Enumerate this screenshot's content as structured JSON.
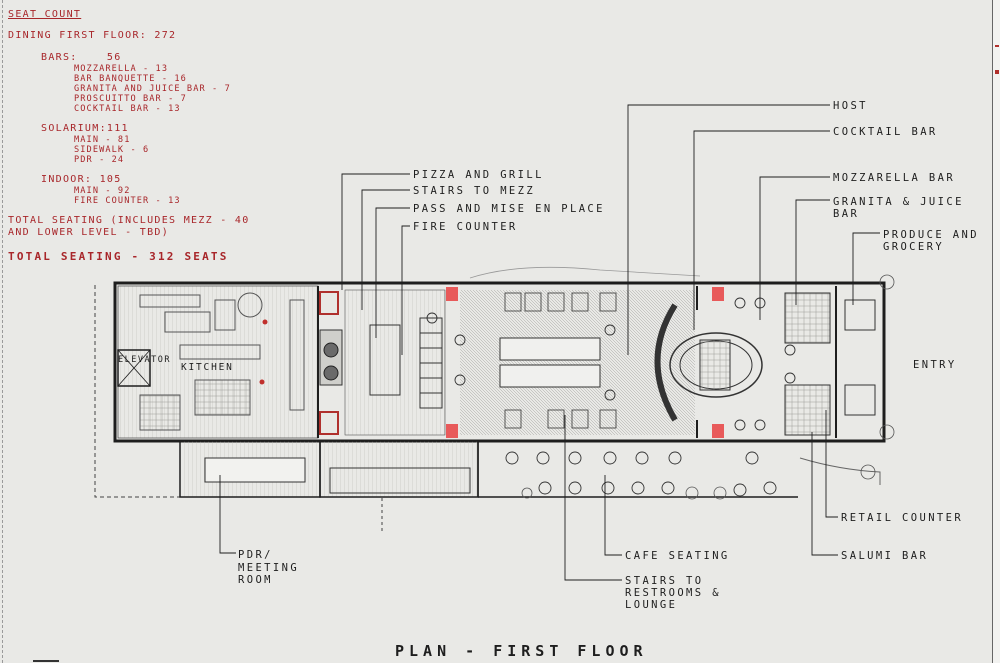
{
  "seat_count": {
    "heading": "SEAT COUNT",
    "dining_first_floor": "DINING FIRST FLOOR: 272",
    "bars": "BARS:    56",
    "bars_items": [
      "MOZZARELLA - 13",
      "BAR BANQUETTE - 16",
      "GRANITA AND JUICE BAR - 7",
      "PROSCUITTO BAR - 7",
      "COCKTAIL BAR - 13"
    ],
    "solarium": "SOLARIUM:111",
    "solarium_items": [
      "MAIN - 81",
      "SIDEWALK - 6",
      "PDR - 24"
    ],
    "indoor": "INDOOR: 105",
    "indoor_items": [
      "MAIN - 92",
      "FIRE COUNTER - 13"
    ],
    "total_note_line1": "TOTAL SEATING (INCLUDES MEZZ - 40",
    "total_note_line2": "AND LOWER LEVEL - TBD)",
    "total": "TOTAL SEATING - 312 SEATS"
  },
  "labels": {
    "pizza_and_grill": "PIZZA AND GRILL",
    "stairs_to_mezz": "STAIRS TO MEZZ",
    "pass_and_mise": "PASS AND MISE EN PLACE",
    "fire_counter": "FIRE COUNTER",
    "host": "HOST",
    "cocktail_bar": "COCKTAIL BAR",
    "mozzarella_bar": "MOZZARELLA BAR",
    "granita_line1": "GRANITA & JUICE",
    "granita_line2": "BAR",
    "produce_line1": "PRODUCE AND",
    "produce_line2": "GROCERY",
    "entry": "ENTRY",
    "elevator": "ELEVATOR",
    "kitchen": "KITCHEN",
    "retail_counter": "RETAIL COUNTER",
    "salumi_bar": "SALUMI BAR",
    "cafe_seating": "CAFE SEATING",
    "stairs_line1": "STAIRS TO",
    "stairs_line2": "RESTROOMS &",
    "stairs_line3": "LOUNGE",
    "pdr_line1": "PDR/",
    "pdr_line2": "MEETING",
    "pdr_line3": "ROOM"
  },
  "title": "PLAN - FIRST FLOOR",
  "colors": {
    "background": "#e9e9e6",
    "seat_count_text": "#a8262a",
    "column_highlight": "#e85a5a",
    "line_work": "#1e1e1e"
  }
}
